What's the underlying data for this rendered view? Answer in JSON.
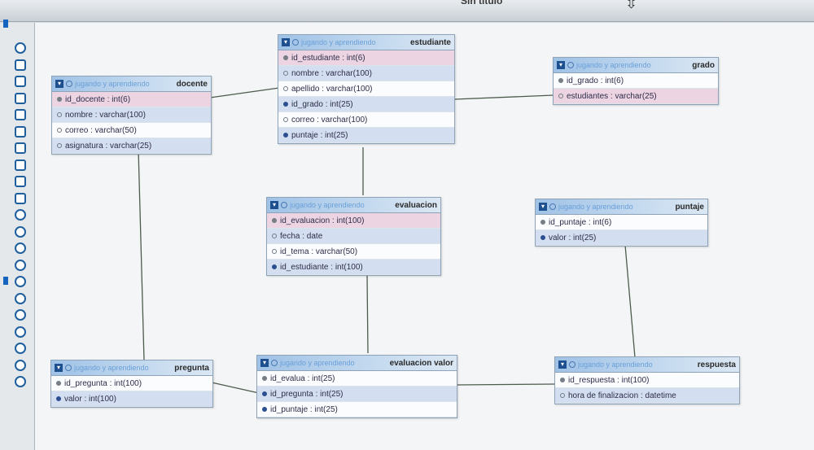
{
  "window": {
    "title": "Sin titulo"
  },
  "sidebar": {
    "tools": [
      "circle-tool-icon",
      "grid-icon",
      "edit-icon",
      "edit-icon",
      "page-icon",
      "save-icon",
      "export-icon",
      "print-icon",
      "table-icon",
      "link-icon",
      "circle-tool-icon",
      "circle-tool-icon",
      "circle-tool-icon",
      "circle-tool-icon",
      "circle-tool-icon",
      "circle-tool-icon",
      "circle-tool-icon",
      "circle-tool-icon",
      "circle-tool-icon",
      "circle-tool-icon",
      "arrow-icon"
    ]
  },
  "db_label": "jugando y aprendiendo",
  "tables": {
    "docente": {
      "name": "docente",
      "fields": [
        {
          "text": "id_docente : int(6)",
          "style": "pink",
          "icon": "k"
        },
        {
          "text": "nombre : varchar(100)",
          "style": "blue",
          "icon": "e"
        },
        {
          "text": "correo : varchar(50)",
          "style": "white",
          "icon": "e"
        },
        {
          "text": "asignatura : varchar(25)",
          "style": "blue",
          "icon": "e"
        }
      ]
    },
    "estudiante": {
      "name": "estudiante",
      "fields": [
        {
          "text": "id_estudiante : int(6)",
          "style": "pink",
          "icon": "k"
        },
        {
          "text": "nombre : varchar(100)",
          "style": "blue",
          "icon": "e"
        },
        {
          "text": "apellido : varchar(100)",
          "style": "white",
          "icon": "e"
        },
        {
          "text": "id_grado : int(25)",
          "style": "blue",
          "icon": "idx"
        },
        {
          "text": "correo : varchar(100)",
          "style": "white",
          "icon": "e"
        },
        {
          "text": "puntaje : int(25)",
          "style": "blue",
          "icon": "idx"
        }
      ]
    },
    "grado": {
      "name": "grado",
      "fields": [
        {
          "text": "id_grado : int(6)",
          "style": "white",
          "icon": "k"
        },
        {
          "text": "estudiantes : varchar(25)",
          "style": "pink",
          "icon": "e"
        }
      ]
    },
    "evaluacion": {
      "name": "evaluacion",
      "fields": [
        {
          "text": "id_evaluacion : int(100)",
          "style": "pink",
          "icon": "k"
        },
        {
          "text": "fecha : date",
          "style": "blue",
          "icon": "e"
        },
        {
          "text": "id_tema : varchar(50)",
          "style": "white",
          "icon": "e"
        },
        {
          "text": "id_estudiante : int(100)",
          "style": "blue",
          "icon": "idx"
        }
      ]
    },
    "puntaje": {
      "name": "puntaje",
      "fields": [
        {
          "text": "id_puntaje : int(6)",
          "style": "white",
          "icon": "k"
        },
        {
          "text": "valor : int(25)",
          "style": "blue",
          "icon": "idx"
        }
      ]
    },
    "pregunta": {
      "name": "pregunta",
      "fields": [
        {
          "text": "id_pregunta : int(100)",
          "style": "white",
          "icon": "k"
        },
        {
          "text": "valor : int(100)",
          "style": "blue",
          "icon": "idx"
        }
      ]
    },
    "evaluacion_valor": {
      "name": "evaluacion valor",
      "fields": [
        {
          "text": "id_evalua : int(25)",
          "style": "white",
          "icon": "k"
        },
        {
          "text": "id_pregunta : int(25)",
          "style": "blue",
          "icon": "idx"
        },
        {
          "text": "id_puntaje : int(25)",
          "style": "white",
          "icon": "idx"
        }
      ]
    },
    "respuesta": {
      "name": "respuesta",
      "fields": [
        {
          "text": "id_respuesta : int(100)",
          "style": "white",
          "icon": "k"
        },
        {
          "text": "hora de finalizacion : datetime",
          "style": "blue",
          "icon": "e"
        }
      ]
    }
  }
}
